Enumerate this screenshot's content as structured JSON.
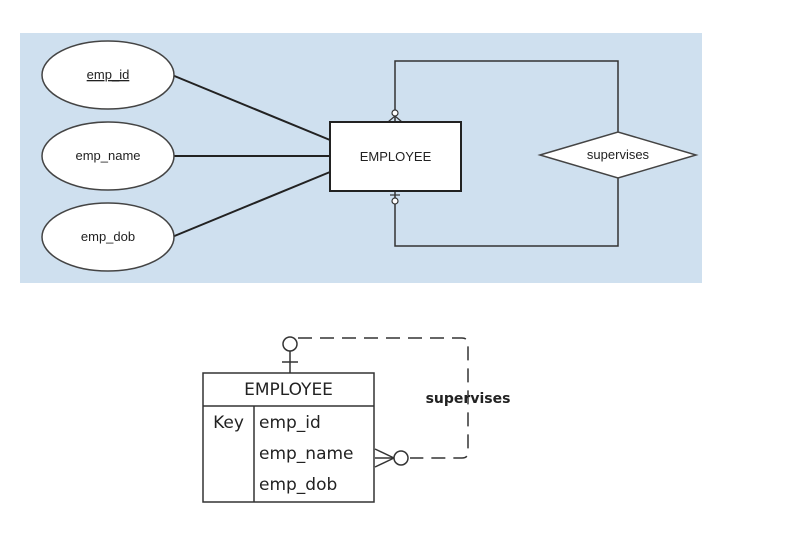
{
  "chen": {
    "attributes": [
      {
        "label": "emp_id",
        "is_key": true
      },
      {
        "label": "emp_name",
        "is_key": false
      },
      {
        "label": "emp_dob",
        "is_key": false
      }
    ],
    "entity": "EMPLOYEE",
    "relationship": "supervises",
    "background_color": "#cfe0ef"
  },
  "crowsfoot": {
    "entity": "EMPLOYEE",
    "key_label": "Key",
    "attributes": [
      "emp_id",
      "emp_name",
      "emp_dob"
    ],
    "relationship": "supervises"
  }
}
